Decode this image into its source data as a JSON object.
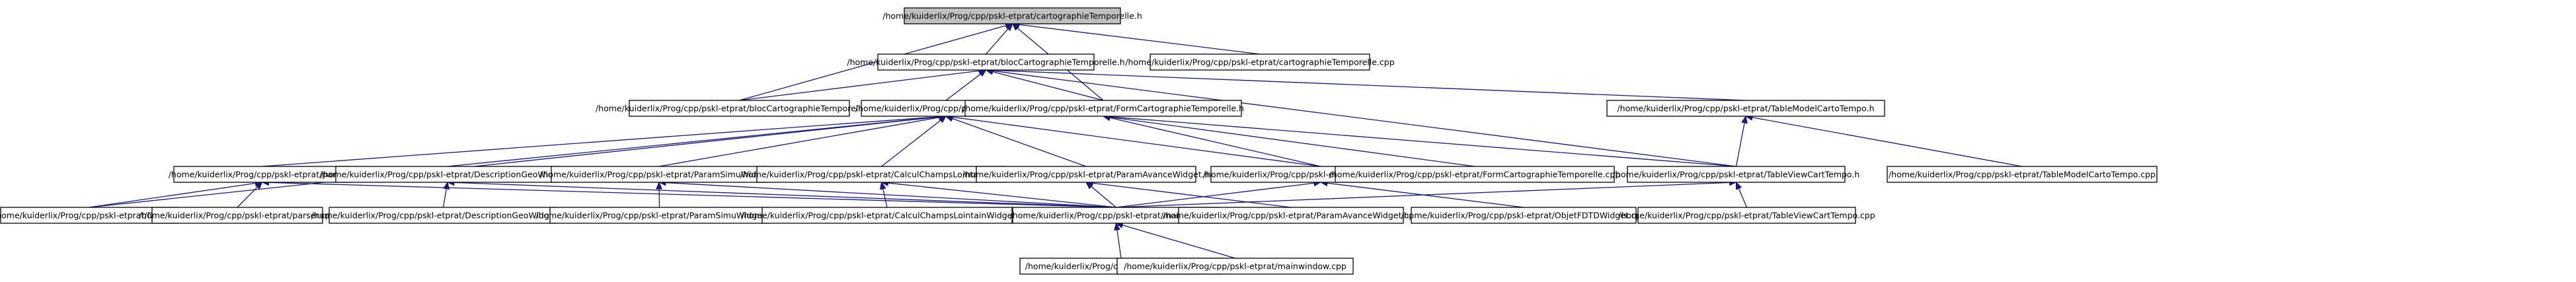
{
  "graph": {
    "type": "include-dependency-graph",
    "colors": {
      "edge": "#191970",
      "root_fill": "#bfbfbf",
      "node_fill": "#ffffff",
      "node_stroke": "#000000"
    },
    "nodes": [
      {
        "id": "n0",
        "label": "/home/kuiderlix/Prog/cpp/pskl-etprat/cartographieTemporelle.h"
      },
      {
        "id": "n1",
        "label": "/home/kuiderlix/Prog/cpp/pskl-etprat/blocCartographieTemporelle.h"
      },
      {
        "id": "n2",
        "label": "/home/kuiderlix/Prog/cpp/pskl-etprat/cartographieTemporelle.cpp"
      },
      {
        "id": "n3",
        "label": "/home/kuiderlix/Prog/cpp/pskl-etprat/blocCartographieTemporelle.cpp"
      },
      {
        "id": "n4",
        "label": "/home/kuiderlix/Prog/cpp/pskl-etprat/Data.h"
      },
      {
        "id": "n5",
        "label": "/home/kuiderlix/Prog/cpp/pskl-etprat/FormCartographieTemporelle.h"
      },
      {
        "id": "n6",
        "label": "/home/kuiderlix/Prog/cpp/pskl-etprat/TableModelCartoTempo.h"
      },
      {
        "id": "n7",
        "label": "/home/kuiderlix/Prog/cpp/pskl-etprat/parser.h"
      },
      {
        "id": "n8",
        "label": "/home/kuiderlix/Prog/cpp/pskl-etprat/DescriptionGeoWidget.h"
      },
      {
        "id": "n9",
        "label": "/home/kuiderlix/Prog/cpp/pskl-etprat/ParamSimuWidget.h"
      },
      {
        "id": "n10",
        "label": "/home/kuiderlix/Prog/cpp/pskl-etprat/CalculChampsLointainWidget.h"
      },
      {
        "id": "n11",
        "label": "/home/kuiderlix/Prog/cpp/pskl-etprat/ParamAvanceWidget.h"
      },
      {
        "id": "n12",
        "label": "/home/kuiderlix/Prog/cpp/pskl-etprat/ObjetFDTDWidget.h"
      },
      {
        "id": "n13",
        "label": "/home/kuiderlix/Prog/cpp/pskl-etprat/FormCartographieTemporelle.cpp"
      },
      {
        "id": "n14",
        "label": "/home/kuiderlix/Prog/cpp/pskl-etprat/TableViewCartTempo.h"
      },
      {
        "id": "n15",
        "label": "/home/kuiderlix/Prog/cpp/pskl-etprat/TableModelCartoTempo.cpp"
      },
      {
        "id": "n16",
        "label": "/home/kuiderlix/Prog/cpp/pskl-etprat/Data.cpp"
      },
      {
        "id": "n17",
        "label": "/home/kuiderlix/Prog/cpp/pskl-etprat/parser.cpp"
      },
      {
        "id": "n18",
        "label": "/home/kuiderlix/Prog/cpp/pskl-etprat/DescriptionGeoWidget.cpp"
      },
      {
        "id": "n19",
        "label": "/home/kuiderlix/Prog/cpp/pskl-etprat/ParamSimuWidget.cpp"
      },
      {
        "id": "n20",
        "label": "/home/kuiderlix/Prog/cpp/pskl-etprat/CalculChampsLointainWidget.cpp"
      },
      {
        "id": "n21",
        "label": "/home/kuiderlix/Prog/cpp/pskl-etprat/mainwindow.h"
      },
      {
        "id": "n22",
        "label": "/home/kuiderlix/Prog/cpp/pskl-etprat/ParamAvanceWidget.cpp"
      },
      {
        "id": "n23",
        "label": "/home/kuiderlix/Prog/cpp/pskl-etprat/ObjetFDTDWidget.cpp"
      },
      {
        "id": "n24",
        "label": "/home/kuiderlix/Prog/cpp/pskl-etprat/TableViewCartTempo.cpp"
      },
      {
        "id": "n25",
        "label": "/home/kuiderlix/Prog/cpp/pskl-etprat/main.cpp"
      },
      {
        "id": "n26",
        "label": "/home/kuiderlix/Prog/cpp/pskl-etprat/mainwindow.cpp"
      }
    ],
    "edges": [
      {
        "from": "n1",
        "to": "n0"
      },
      {
        "from": "n2",
        "to": "n0"
      },
      {
        "from": "n3",
        "to": "n0"
      },
      {
        "from": "n5",
        "to": "n0"
      },
      {
        "from": "n3",
        "to": "n1"
      },
      {
        "from": "n4",
        "to": "n1"
      },
      {
        "from": "n5",
        "to": "n1"
      },
      {
        "from": "n6",
        "to": "n1"
      },
      {
        "from": "n14",
        "to": "n1"
      },
      {
        "from": "n7",
        "to": "n4"
      },
      {
        "from": "n8",
        "to": "n4"
      },
      {
        "from": "n9",
        "to": "n4"
      },
      {
        "from": "n10",
        "to": "n4"
      },
      {
        "from": "n11",
        "to": "n4"
      },
      {
        "from": "n12",
        "to": "n4"
      },
      {
        "from": "n16",
        "to": "n4"
      },
      {
        "from": "n12",
        "to": "n5"
      },
      {
        "from": "n13",
        "to": "n5"
      },
      {
        "from": "n14",
        "to": "n5"
      },
      {
        "from": "n14",
        "to": "n6"
      },
      {
        "from": "n15",
        "to": "n6"
      },
      {
        "from": "n16",
        "to": "n7"
      },
      {
        "from": "n17",
        "to": "n7"
      },
      {
        "from": "n21",
        "to": "n7"
      },
      {
        "from": "n18",
        "to": "n8"
      },
      {
        "from": "n21",
        "to": "n8"
      },
      {
        "from": "n19",
        "to": "n9"
      },
      {
        "from": "n21",
        "to": "n9"
      },
      {
        "from": "n20",
        "to": "n10"
      },
      {
        "from": "n21",
        "to": "n10"
      },
      {
        "from": "n21",
        "to": "n11"
      },
      {
        "from": "n22",
        "to": "n11"
      },
      {
        "from": "n21",
        "to": "n12"
      },
      {
        "from": "n23",
        "to": "n12"
      },
      {
        "from": "n21",
        "to": "n14"
      },
      {
        "from": "n24",
        "to": "n14"
      },
      {
        "from": "n25",
        "to": "n21"
      },
      {
        "from": "n26",
        "to": "n21"
      }
    ]
  }
}
